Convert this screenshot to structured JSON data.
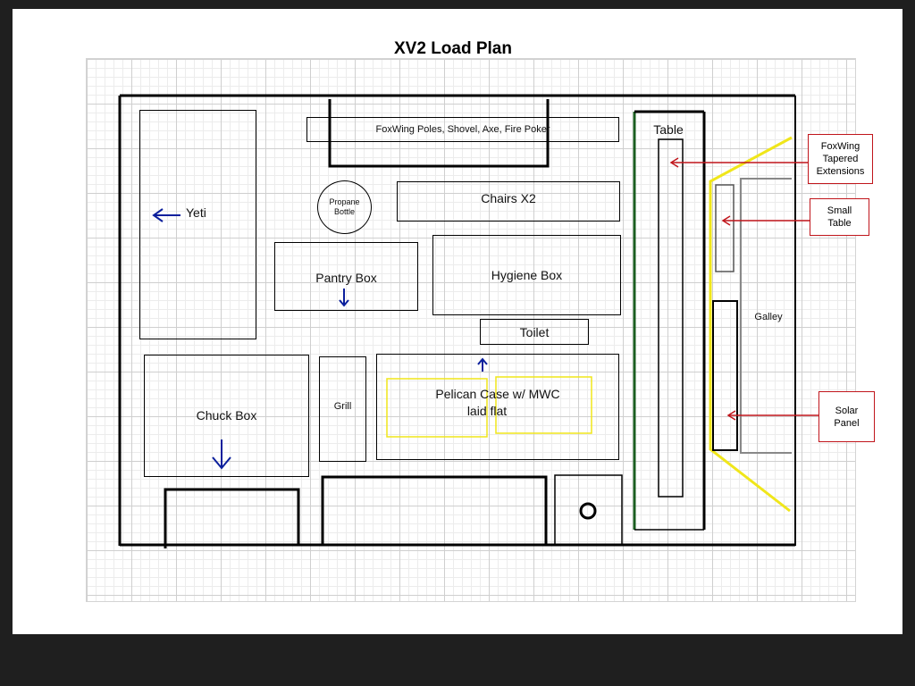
{
  "title": "XV2 Load Plan",
  "items": {
    "foxwing_poles": "FoxWing Poles, Shovel, Axe, Fire Poker",
    "table": "Table",
    "propane_line1": "Propane",
    "propane_line2": "Bottle",
    "chairs": "Chairs X2",
    "yeti": "Yeti",
    "pantry_box": "Pantry Box",
    "hygiene_box": "Hygiene Box",
    "toilet": "Toilet",
    "galley": "Galley",
    "chuck_box": "Chuck Box",
    "grill": "Grill",
    "pelican_line1": "Pelican Case w/ MWC",
    "pelican_line2": "laid flat"
  },
  "callouts": {
    "foxwing_line1": "FoxWing",
    "foxwing_line2": "Tapered",
    "foxwing_line3": "Extensions",
    "small_table_line1": "Small",
    "small_table_line2": "Table",
    "solar_line1": "Solar",
    "solar_line2": "Panel"
  },
  "colors": {
    "outline": "#000000",
    "callout_red": "#c0151b",
    "arrow_blue": "#0b1f9c",
    "highlight_yellow": "#f0e61a",
    "table_edge_green": "#1b5e20"
  }
}
